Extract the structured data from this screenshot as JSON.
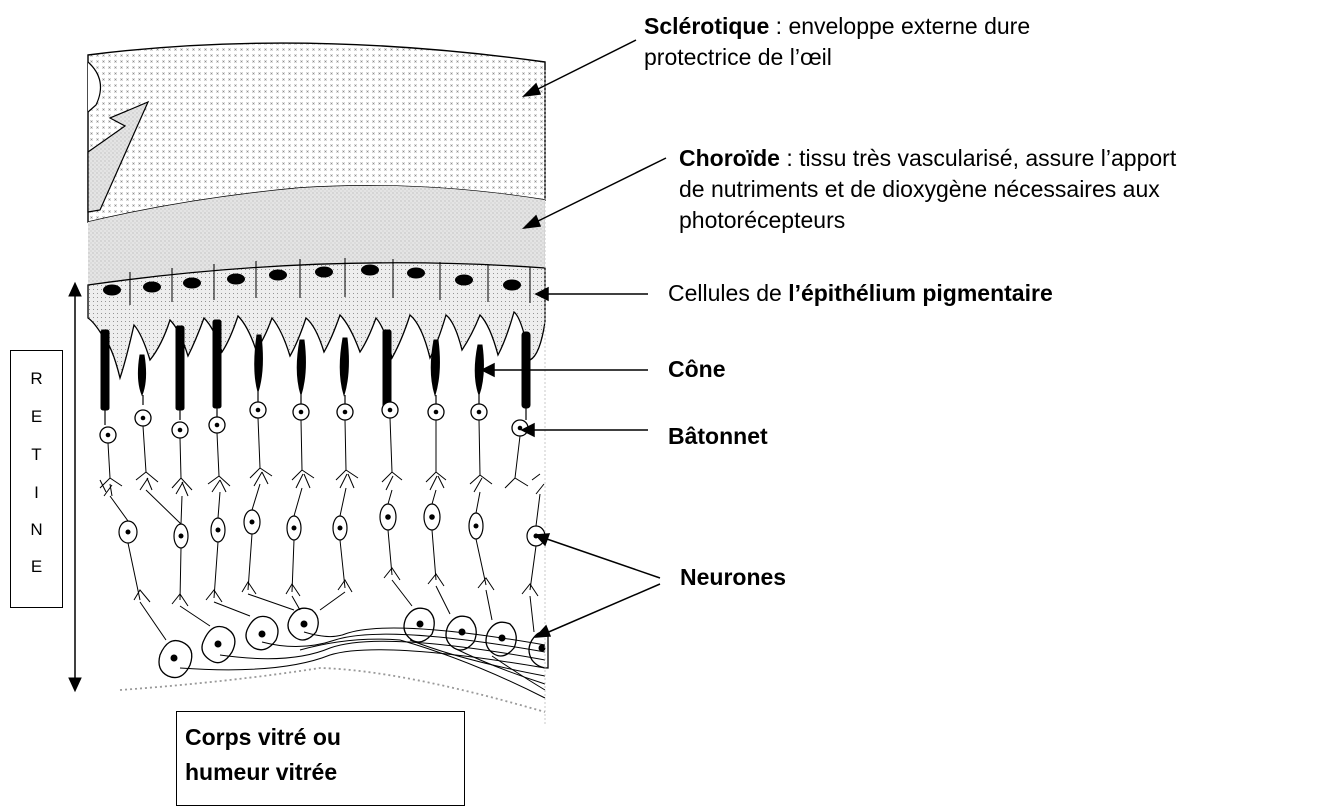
{
  "labels": {
    "sclerotique": {
      "term": "Sclérotique",
      "separator": " : ",
      "line1": "enveloppe externe dure",
      "line2": "protectrice de l’œil"
    },
    "choroide": {
      "term": "Choroïde",
      "separator": " : ",
      "line1": "tissu très vascularisé, assure l’apport",
      "line2": "de nutriments et de dioxygène nécessaires aux",
      "line3": "photorécepteurs"
    },
    "epithelium": {
      "prefix": "Cellules de ",
      "term": "l’épithélium pigmentaire"
    },
    "cone": "Cône",
    "batonnet": "Bâtonnet",
    "neurones": "Neurones"
  },
  "retina": {
    "letters": [
      "R",
      "E",
      "T",
      "I",
      "N",
      "E"
    ]
  },
  "vitre": {
    "line1": "Corps vitré ou",
    "line2": "humeur vitrée"
  }
}
